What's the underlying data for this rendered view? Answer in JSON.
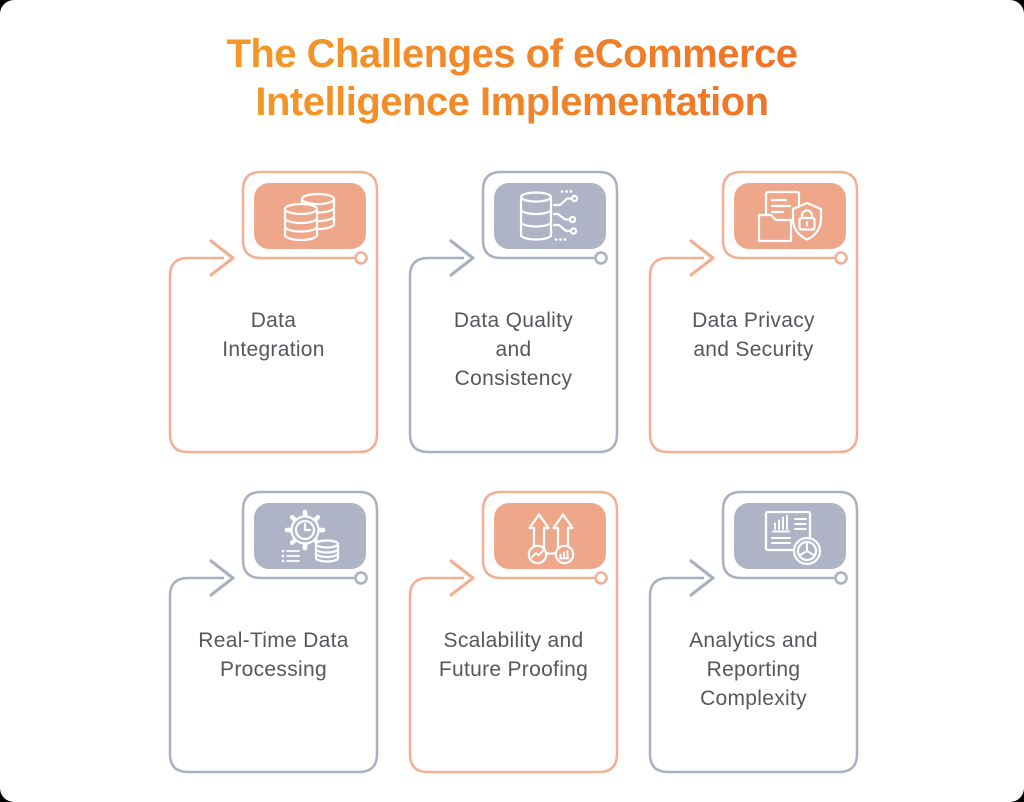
{
  "page": {
    "background_color": "#000000",
    "surface_color": "#FFFFFF"
  },
  "title": {
    "text": "The Challenges of eCommerce\nIntelligence Implementation",
    "gradient_start": "#F5A426",
    "gradient_end": "#EE6E29"
  },
  "theme": {
    "orange_fill": "#EFA78C",
    "orange_stroke": "#F2AF94",
    "gray_fill": "#AEB4C6",
    "gray_stroke": "#A9B0C2",
    "label_color": "#56575C",
    "icon_stroke": "#FFFFFF"
  },
  "cards": [
    {
      "label": "Data\nIntegration",
      "icon": "database-stack-icon",
      "color": "orange"
    },
    {
      "label": "Data Quality\nand\nConsistency",
      "icon": "database-circuit-icon",
      "color": "gray"
    },
    {
      "label": "Data Privacy\nand Security",
      "icon": "document-shield-lock-icon",
      "color": "orange"
    },
    {
      "label": "Real-Time Data\nProcessing",
      "icon": "gear-clock-database-icon",
      "color": "gray"
    },
    {
      "label": "Scalability and\nFuture Proofing",
      "icon": "growth-arrows-icon",
      "color": "orange"
    },
    {
      "label": "Analytics and\nReporting\nComplexity",
      "icon": "report-pie-chart-icon",
      "color": "gray"
    }
  ]
}
